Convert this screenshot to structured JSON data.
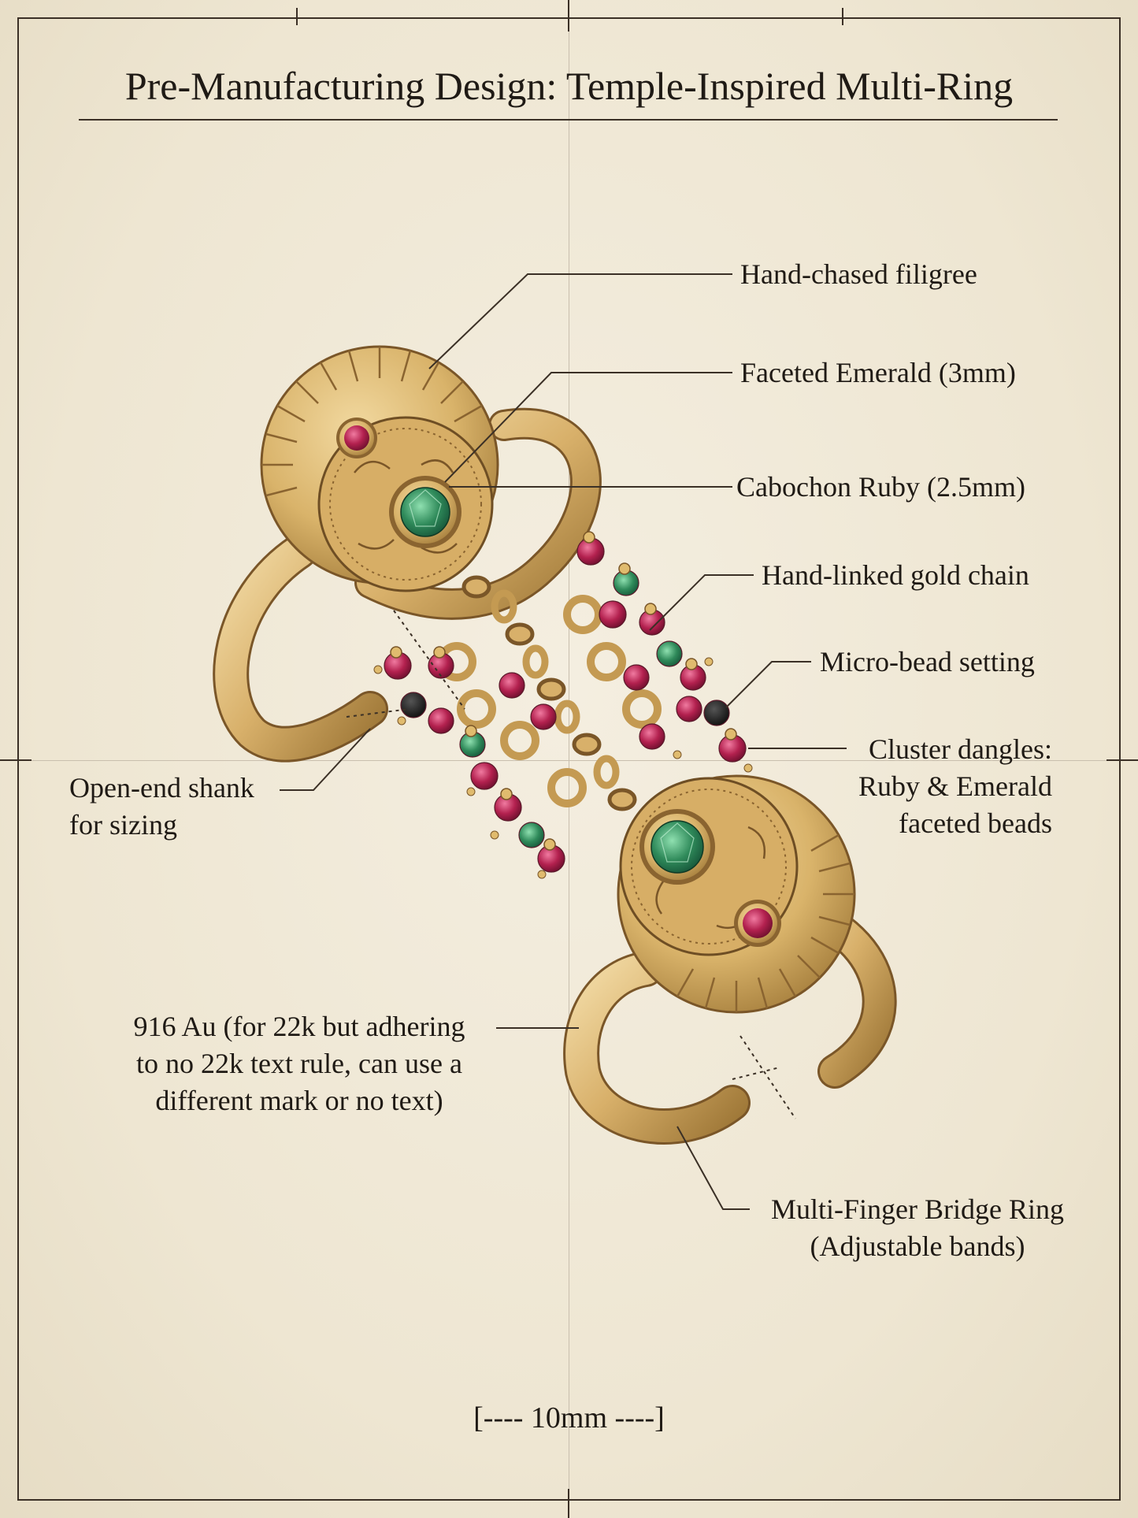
{
  "title": "Pre-Manufacturing Design: Temple-Inspired Multi-Ring",
  "callouts": {
    "filigree": "Hand-chased filigree",
    "emerald": "Faceted Emerald (3mm)",
    "ruby": "Cabochon Ruby (2.5mm)",
    "chain": "Hand-linked gold chain",
    "microbead": "Micro-bead setting",
    "dangles": [
      "Cluster dangles:",
      "Ruby & Emerald",
      "faceted beads"
    ],
    "shank": [
      "Open-end shank",
      "for sizing"
    ],
    "gold": [
      "916 Au (for 22k but adhering",
      "to no 22k text rule, can use a",
      "different mark or no text)"
    ],
    "bridge": [
      "Multi-Finger Bridge Ring",
      "(Adjustable bands)"
    ]
  },
  "scale_bar": "[---- 10mm ----]",
  "colors": {
    "gold": "#d9b36a",
    "gold_dark": "#8a6430",
    "ruby": "#b3214f",
    "emerald": "#2f8a5a",
    "ink": "#3b3026"
  }
}
